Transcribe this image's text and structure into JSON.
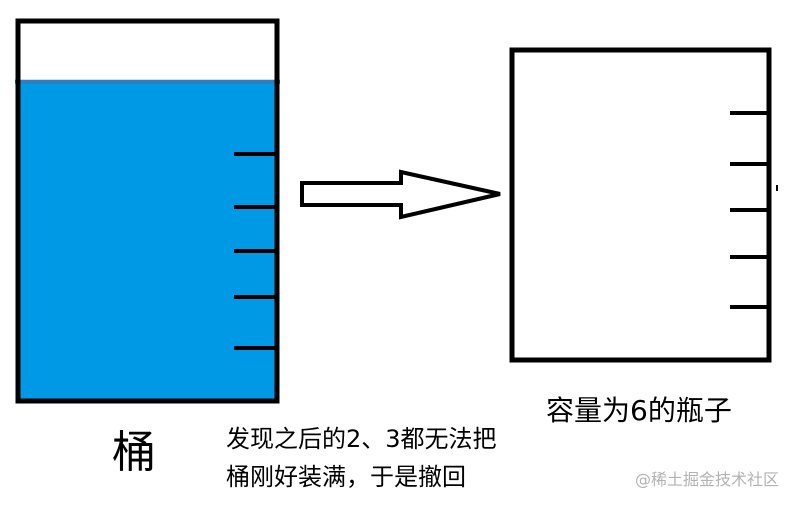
{
  "diagram": {
    "bucket": {
      "label": "桶",
      "fill_fraction": 0.84,
      "water_color": "#0099e5"
    },
    "bottle": {
      "label": "容量为6的瓶子"
    },
    "note": {
      "line1": "发现之后的2、3都无法把",
      "line2": "桶刚好装满，于是撤回"
    },
    "watermark": "@稀土掘金技术社区"
  }
}
